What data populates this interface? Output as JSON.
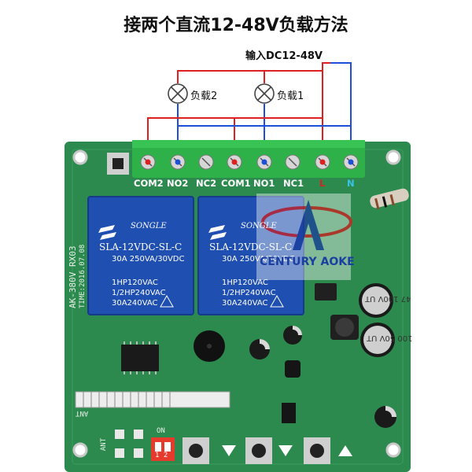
{
  "title": "接两个直流12-48V负载方法",
  "input_label": "输入DC12-48V",
  "loads": [
    {
      "label": "负载2"
    },
    {
      "label": "负载1"
    }
  ],
  "terminals": [
    "COM2",
    "NO2",
    "NC2",
    "COM1",
    "NO1",
    "NC1",
    "L",
    "N"
  ],
  "relays": [
    {
      "brand": "SONGLE",
      "model": "SLA-12VDC-SL-C",
      "specs": [
        "30A 250VA/30VDC",
        "1HP120VAC",
        "1/2HP240VAC",
        "30A240VAC"
      ]
    },
    {
      "brand": "SONGLE",
      "model": "SLA-12VDC-SL-C",
      "specs": [
        "30A 250VA/30VDC",
        "1HP120VAC",
        "1/2HP240VAC",
        "30A240VAC"
      ]
    }
  ],
  "board_silk": {
    "model": "AK-380V RX03",
    "date": "TIME:2016.07.08",
    "ant": "ANT",
    "on": "ON",
    "dip": "1 2"
  },
  "capacitors": [
    {
      "text": "47 100V UT"
    },
    {
      "text": "100 50V UT"
    }
  ],
  "watermark": "CENTURY AOKE",
  "colors": {
    "board": "#2d8a4e",
    "relay": "#1f4fb0",
    "terminal": "#2fb14a",
    "red_wire": "#e02020",
    "blue_wire": "#1e4fd8"
  }
}
